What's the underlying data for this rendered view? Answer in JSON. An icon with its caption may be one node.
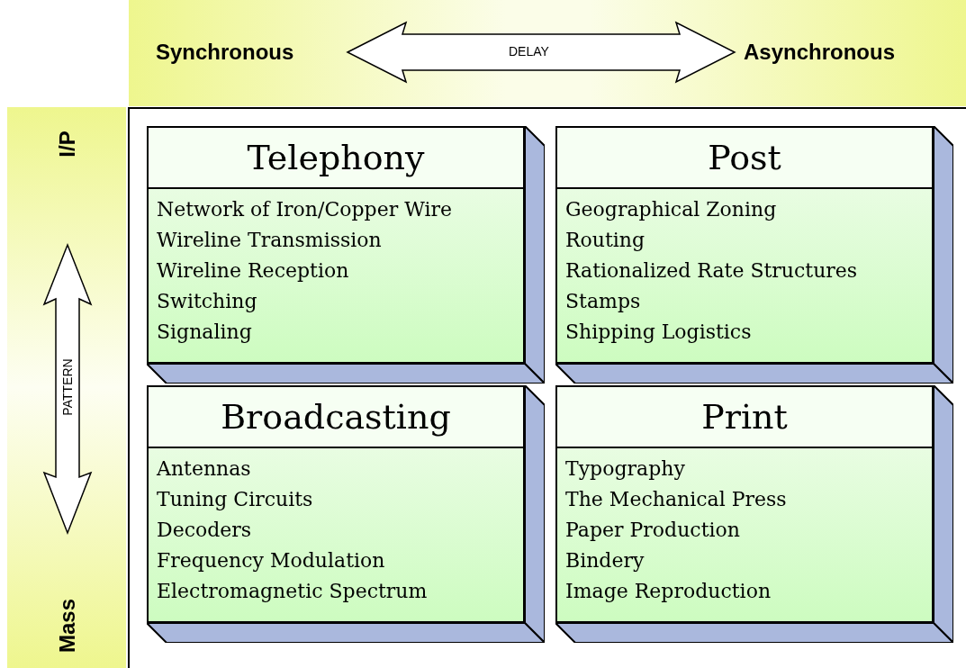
{
  "diagram": {
    "nodes": [
      {
        "text": [
          "Telephony",
          "Network of Iron/Copper Wire",
          "Wireline Transmission",
          "Wireline Reception",
          "Switching",
          "Signaling"
        ]
      },
      {
        "text": [
          "Post",
          "Geographical Zoning",
          "Routing",
          "Rationalized Rate Structures",
          "Stamps",
          "Shipping Logistics"
        ]
      },
      {
        "text": [
          "Broadcasting",
          "Antennas",
          "Tuning Circuits",
          "Decoders",
          "Frequency Modulation",
          "Electromagnetic Spectrum"
        ]
      },
      {
        "text": [
          "Print",
          "Typography",
          "The Mechanical Press",
          "Paper Production",
          "Bindery",
          "Image Reproduction"
        ]
      }
    ],
    "labels": [
      "Synchronous",
      "DELAY",
      "Asynchronous",
      "I/P",
      "PATTERN",
      "Mass"
    ]
  }
}
